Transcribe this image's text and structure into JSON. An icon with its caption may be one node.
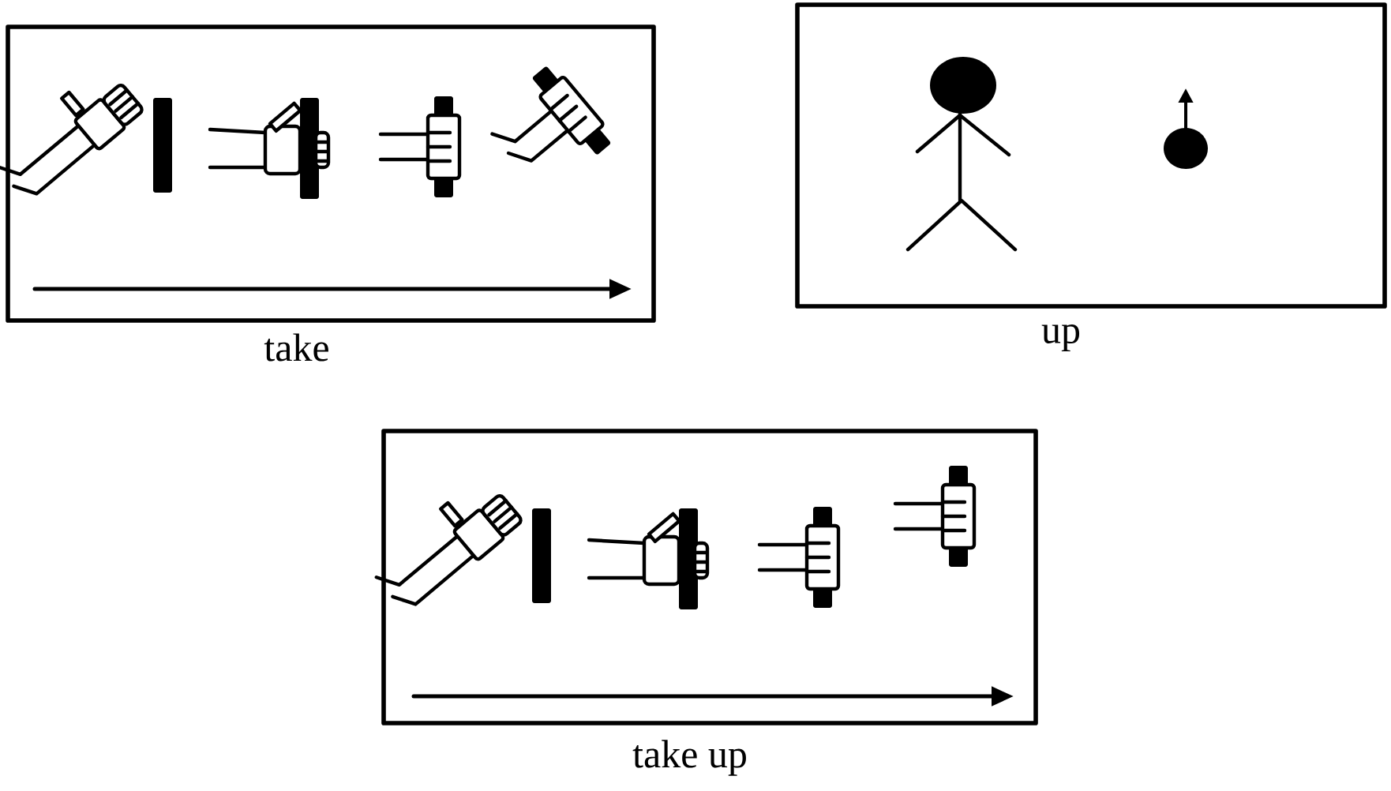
{
  "diagram": {
    "nodes": [
      {
        "text": [
          "take"
        ]
      },
      {
        "text": [
          "up"
        ]
      },
      {
        "text": [
          "take up"
        ]
      }
    ]
  }
}
